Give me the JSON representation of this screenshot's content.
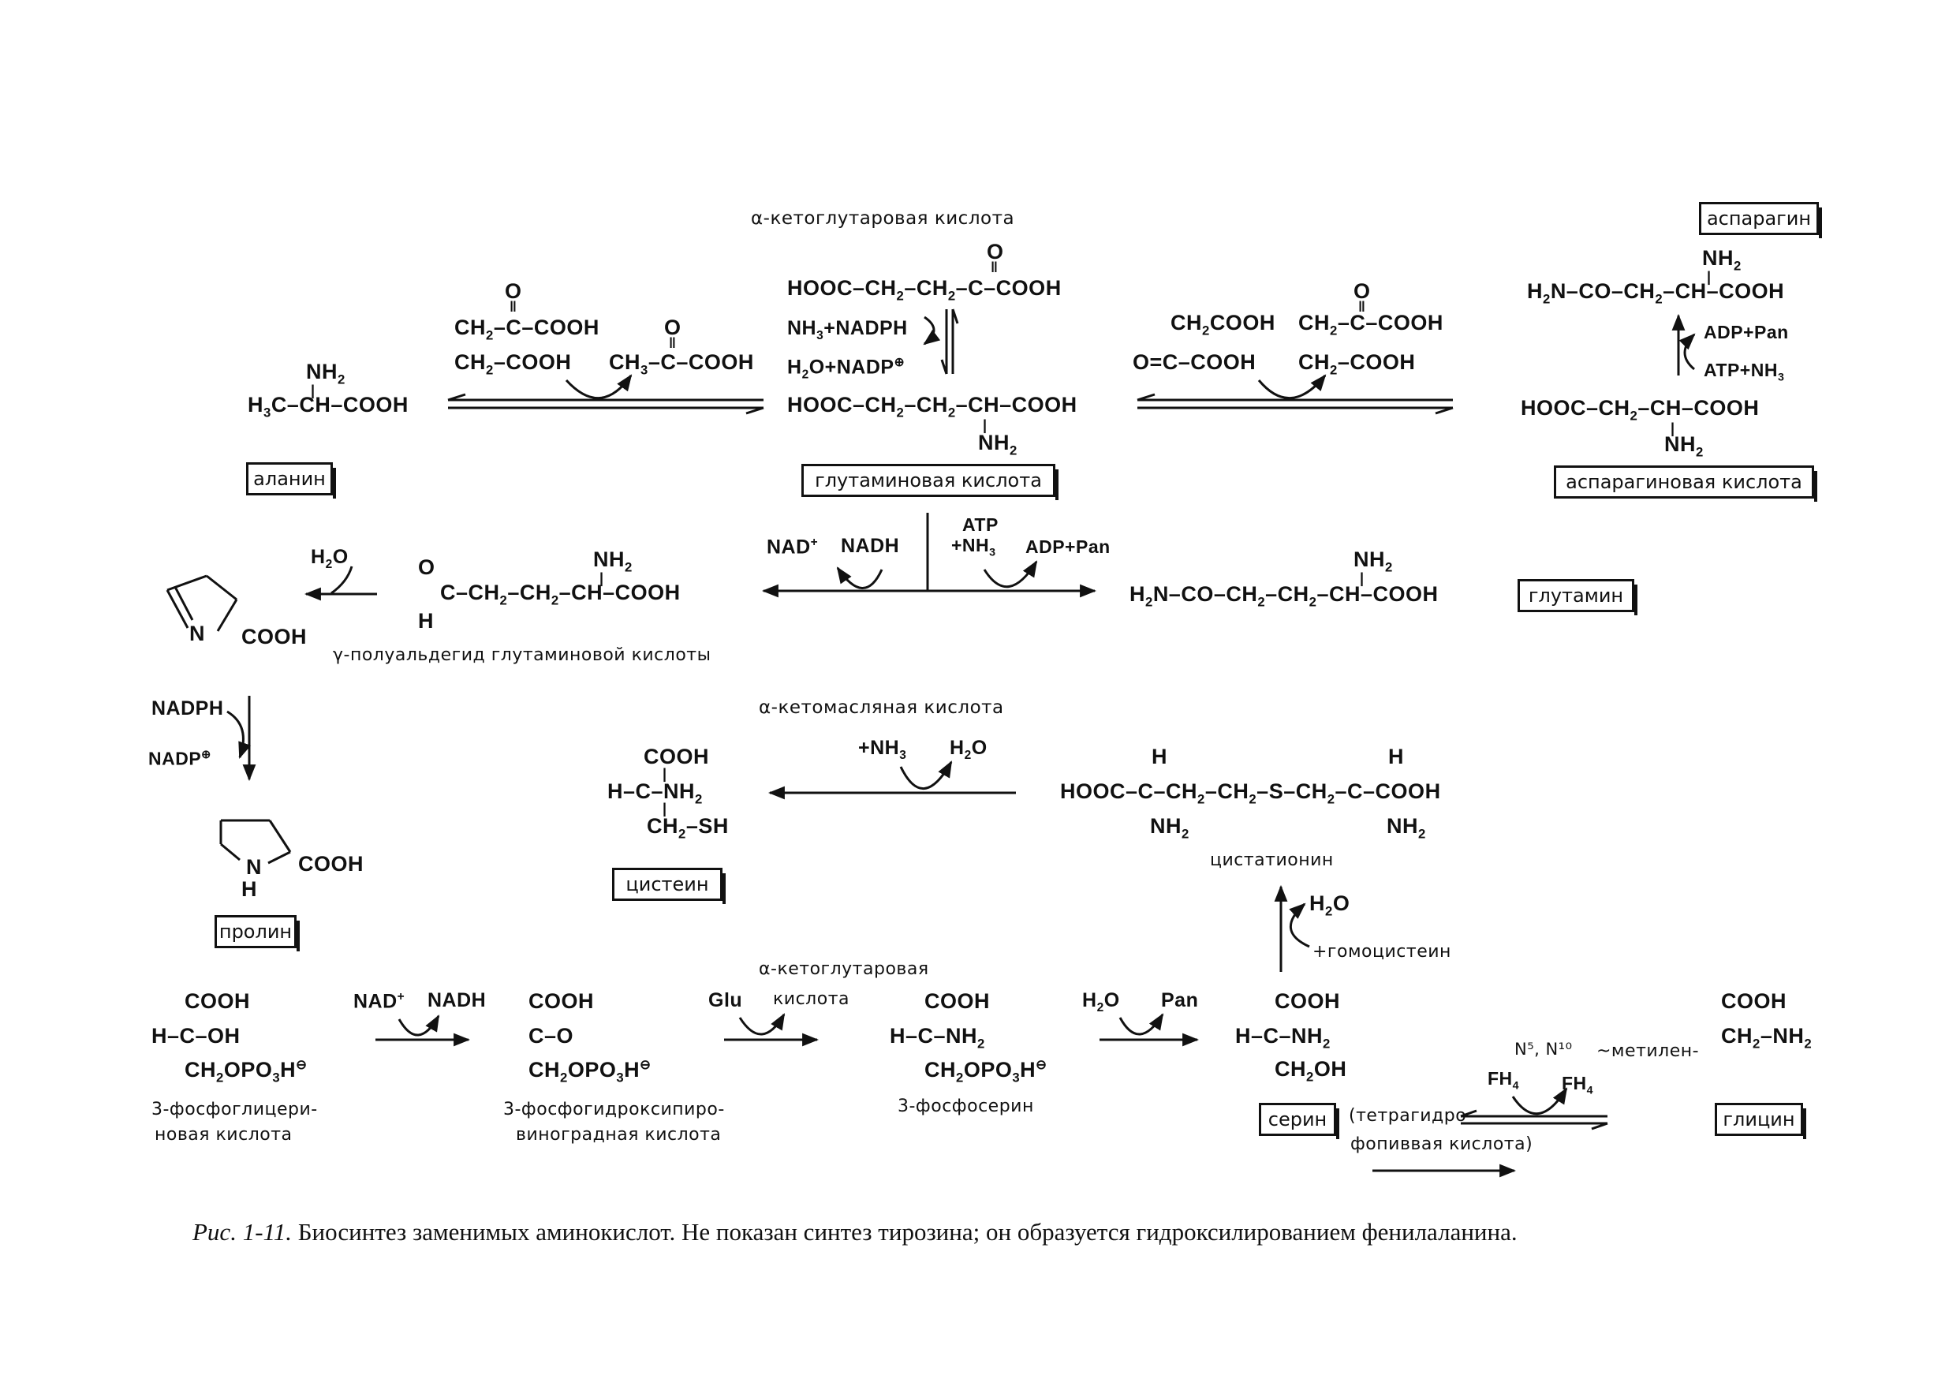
{
  "labels": {
    "akg_top": "α-кетоглутаровая кислота",
    "akb": "α-кетомасляная кислота",
    "akg_bottom_1": "α-кетоглутаровая",
    "akg_bottom_2": "кислота",
    "glu_semialdehyde": "γ-полуальдегид глутаминовой кислоты",
    "cystathionine": "цистатионин",
    "homocysteine": "+гомоцистеин",
    "pg_1": "3-фосфоглицери-",
    "pg_2": "новая кислота",
    "php_1": "3-фосфогидроксипиро-",
    "php_2": "виноградная кислота",
    "ps": "3-фосфосерин",
    "thf_1": "(тетрагидро-",
    "thf_2": "фопиввая кислота)",
    "methylene": "~метилен-",
    "n5n10": "N⁵, N¹⁰"
  },
  "boxes": {
    "alanine": "аланин",
    "glutamate": "глутаминовая кислота",
    "asparagine": "аспарагин",
    "aspartate": "аспарагиновая кислота",
    "glutamine": "глутамин",
    "proline": "пролин",
    "cysteine": "цистеин",
    "serine": "серин",
    "glycine": "глицин"
  },
  "caption": {
    "label": "Рис. 1-11.",
    "text": "Биосинтез заменимых аминокислот. Не показан синтез тирозина; он образуется гидроксилированием фенилаланина."
  }
}
